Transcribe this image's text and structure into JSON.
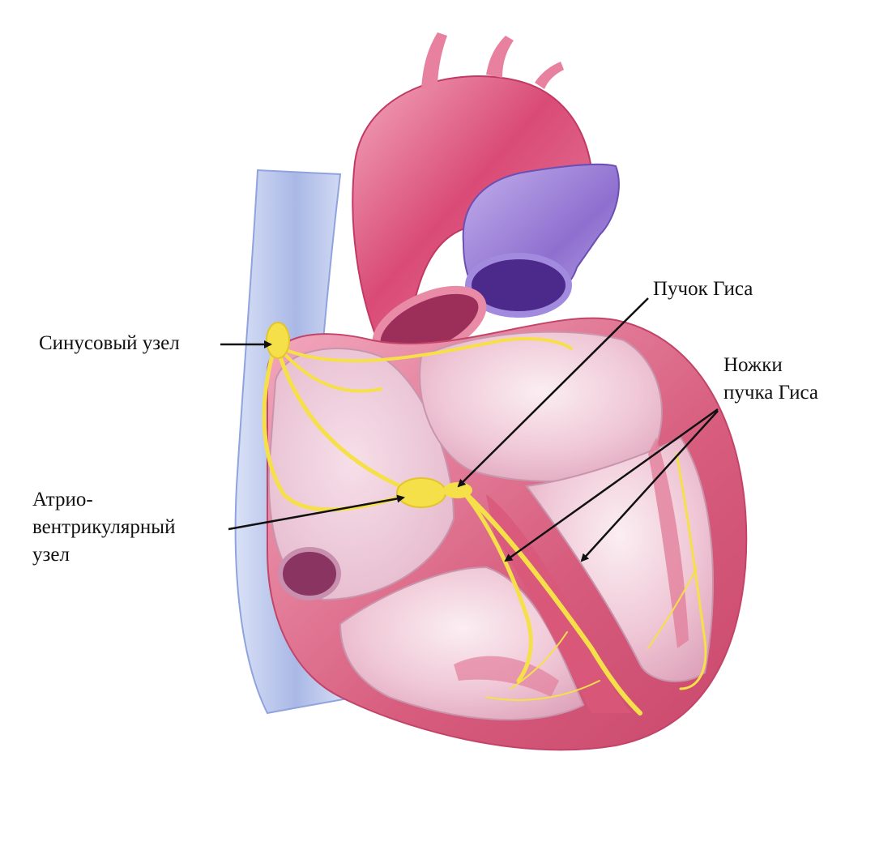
{
  "labels": {
    "sinus_node": "Синусовый узел",
    "bundle_of_his": "Пучок Гиса",
    "bundle_branches": {
      "line1": "Ножки",
      "line2": "пучка Гиса"
    },
    "av_node": {
      "line1": "Атрио-",
      "line2": "вентрикулярный",
      "line3": "узел"
    }
  },
  "colors": {
    "myocardium": "#d9607e",
    "chamber": "#f0c8d6",
    "aorta": "#d8557a",
    "pulmonary": "#9a7bd0",
    "vena_cava": "#b9c6ea",
    "conduction": "#f6e04a",
    "label_text": "#111111",
    "arrow": "#111111"
  }
}
